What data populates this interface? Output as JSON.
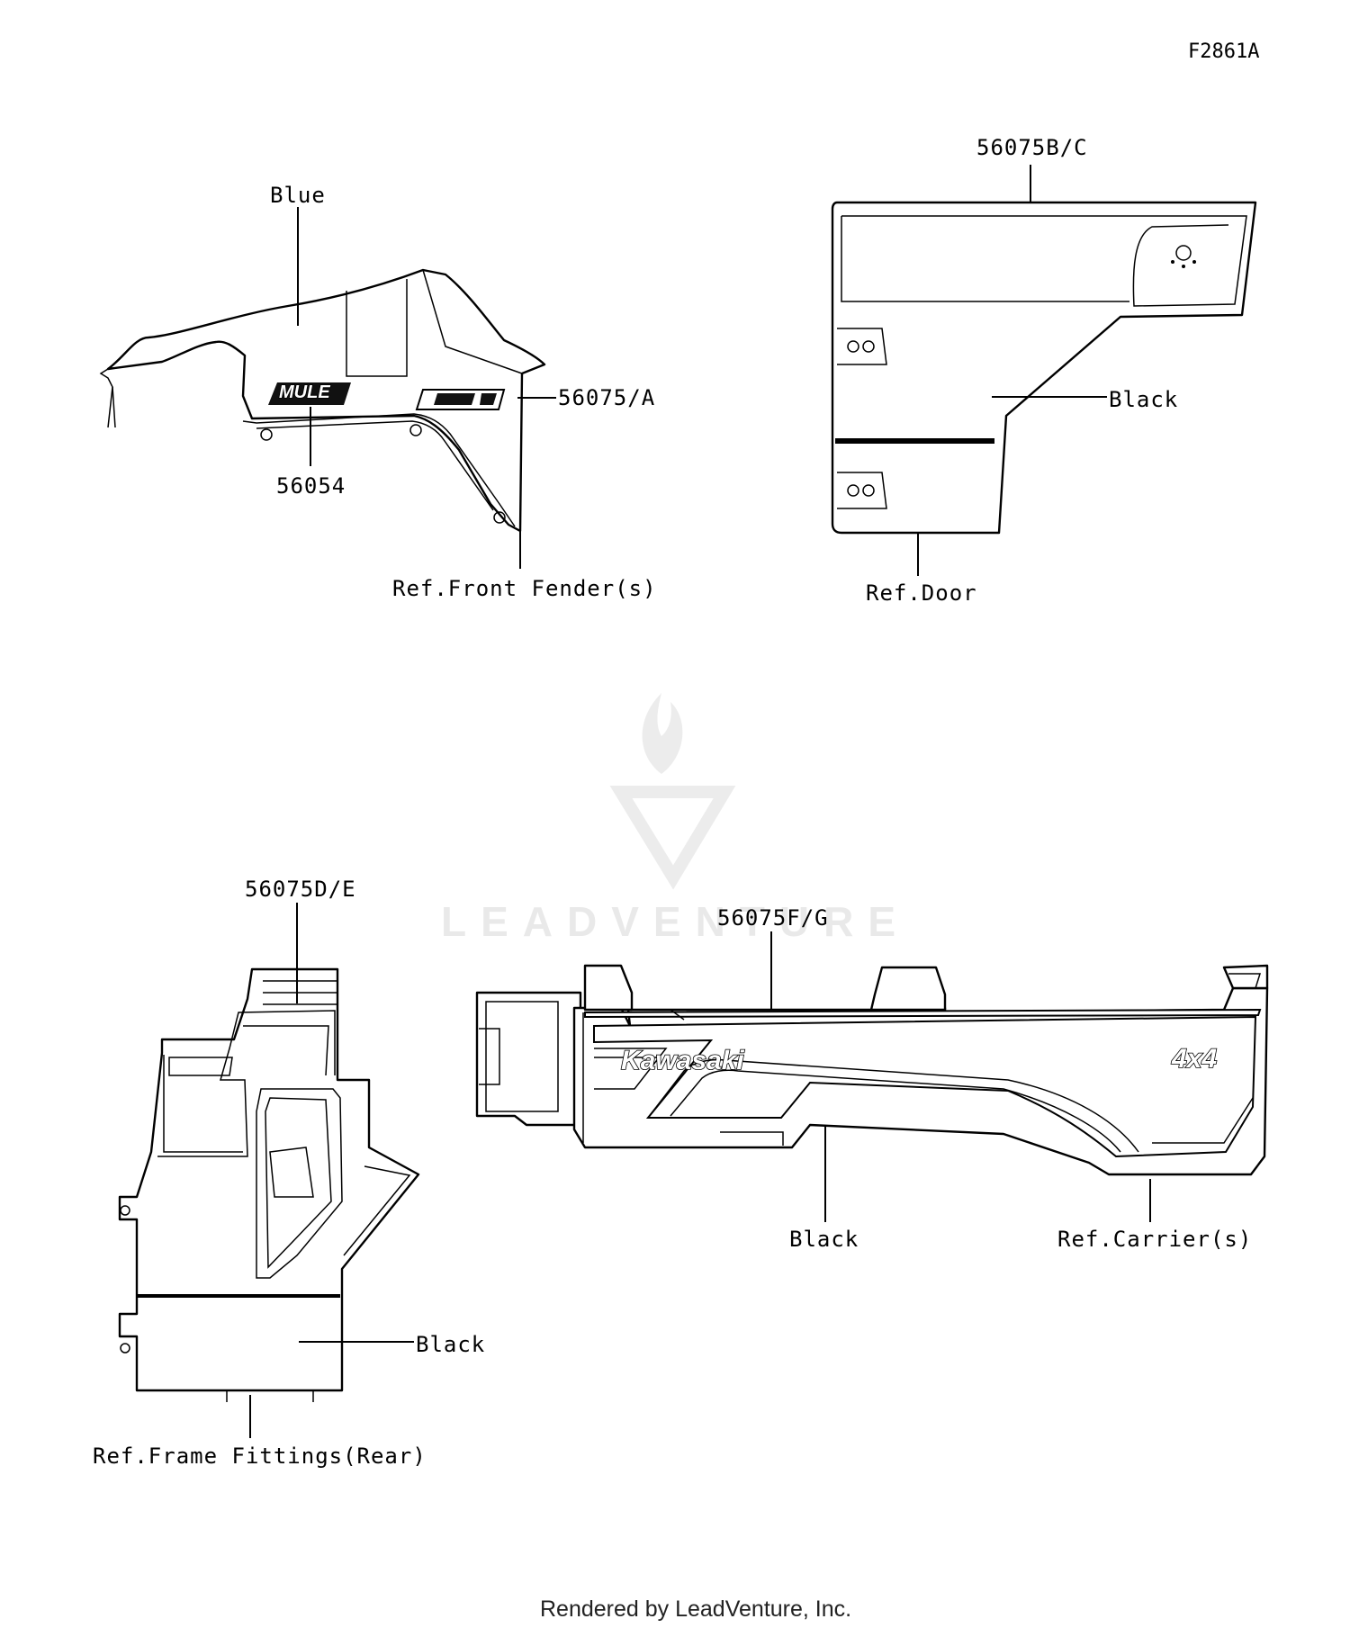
{
  "figure_code": "F2861A",
  "watermark": "LEADVENTURE",
  "footer": "Rendered by LeadVenture, Inc.",
  "callouts": {
    "fender_color": "Blue",
    "part_56075A": "56075/A",
    "part_56054": "56054",
    "ref_front_fender": "Ref.Front Fender(s)",
    "part_56075BC": "56075B/C",
    "door_color": "Black",
    "ref_door": "Ref.Door",
    "part_56075DE": "56075D/E",
    "rear_color": "Black",
    "ref_frame_fittings": "Ref.Frame Fittings(Rear)",
    "part_56075FG": "56075F/G",
    "carrier_color": "Black",
    "ref_carrier": "Ref.Carrier(s)"
  },
  "decal_text": {
    "mule_logo": "MULE",
    "kawasaki_logo": "Kawasaki",
    "four_by_four": "4x4"
  }
}
